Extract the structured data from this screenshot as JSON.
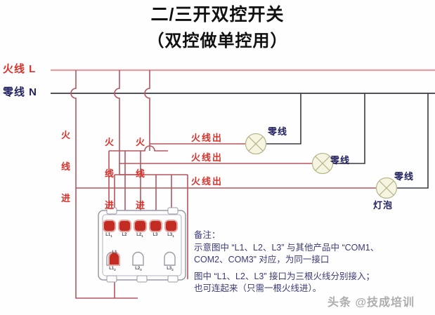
{
  "title": {
    "line1": "二/三开双控开关",
    "line2": "（双控做单控用）"
  },
  "rails": {
    "live_label": "火线 L",
    "neutral_label": "零线 N",
    "live_color": "#e8808a",
    "neutral_color": "#2d2d33"
  },
  "live_in_labels": [
    {
      "id": "live-in-1",
      "chars": [
        "火",
        "线",
        "进"
      ]
    },
    {
      "id": "live-in-2",
      "chars": [
        "火",
        "线",
        "进"
      ]
    },
    {
      "id": "live-in-3",
      "chars": [
        "火",
        "线",
        "进"
      ]
    }
  ],
  "live_out_labels": [
    "火线出",
    "火线出",
    "火线出"
  ],
  "neutral_labels": [
    "零线",
    "零线",
    "零线"
  ],
  "bulb_label": "灯泡",
  "switch": {
    "top_terminals": [
      {
        "label": "L1",
        "sub": "1"
      },
      {
        "label": "L2",
        "sub": ""
      },
      {
        "label": "L2",
        "sub": "1"
      },
      {
        "label": "L3",
        "sub": ""
      },
      {
        "label": "L3",
        "sub": "1"
      }
    ],
    "bottom_terminals": [
      {
        "label": "L1",
        "sub": "2"
      },
      {
        "label": "L2",
        "sub": "2"
      },
      {
        "label": "L3",
        "sub": "2"
      }
    ],
    "active_terminal_label": "L1"
  },
  "notes": {
    "heading": "备注：",
    "line1": "示意图中 “L1、L2、L3” 与其他产品中 “COM1、",
    "line2": "COM2、COM3” 对应，为同一接口",
    "line3": "图中 “L1、L2、L3” 接口为三根火线分别接入；",
    "line4": "也可连起来（只需一根火线进）。"
  },
  "watermark": "头条 @技成培训",
  "colors": {
    "live_red": "#d8322c",
    "wire_red": "#b5555e",
    "navy": "#22225e",
    "lamp_fill": "#f5f5e2",
    "lamp_stroke": "#b9b98f",
    "terminal_red": "#c22a22",
    "module_stroke": "#9a9aa8"
  }
}
